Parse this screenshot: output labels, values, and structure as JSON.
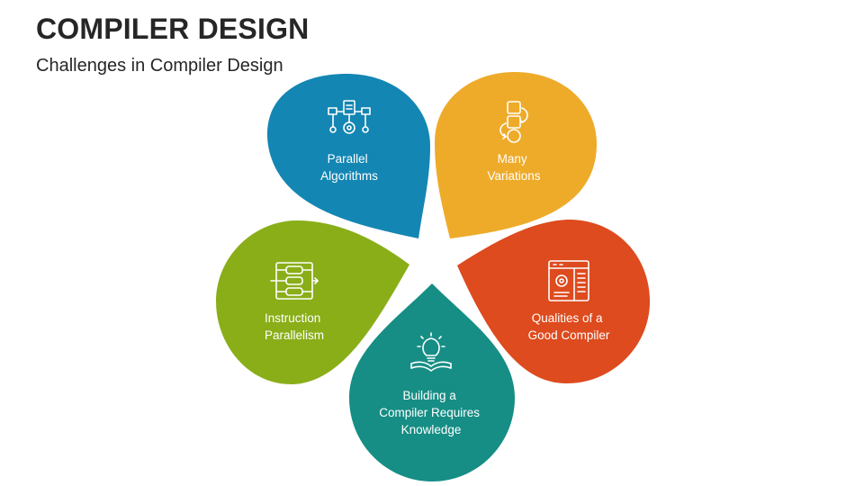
{
  "slide": {
    "title": "COMPILER DESIGN",
    "subtitle": "Challenges in Compiler Design"
  },
  "petals": [
    {
      "label_lines": [
        "Parallel",
        "Algorithms"
      ],
      "color": "#1486B3",
      "icon": "algorithm-flowchart-icon"
    },
    {
      "label_lines": [
        "Many",
        "Variations"
      ],
      "color": "#EEAB2A",
      "icon": "cycle-variations-icon"
    },
    {
      "label_lines": [
        "Qualities of a",
        "Good Compiler"
      ],
      "color": "#DD4B1E",
      "icon": "settings-window-icon"
    },
    {
      "label_lines": [
        "Building a",
        "Compiler Requires",
        "Knowledge"
      ],
      "color": "#168E85",
      "icon": "lightbulb-book-icon"
    },
    {
      "label_lines": [
        "Instruction",
        "Parallelism"
      ],
      "color": "#8AAE18",
      "icon": "parallel-pipeline-icon"
    }
  ]
}
